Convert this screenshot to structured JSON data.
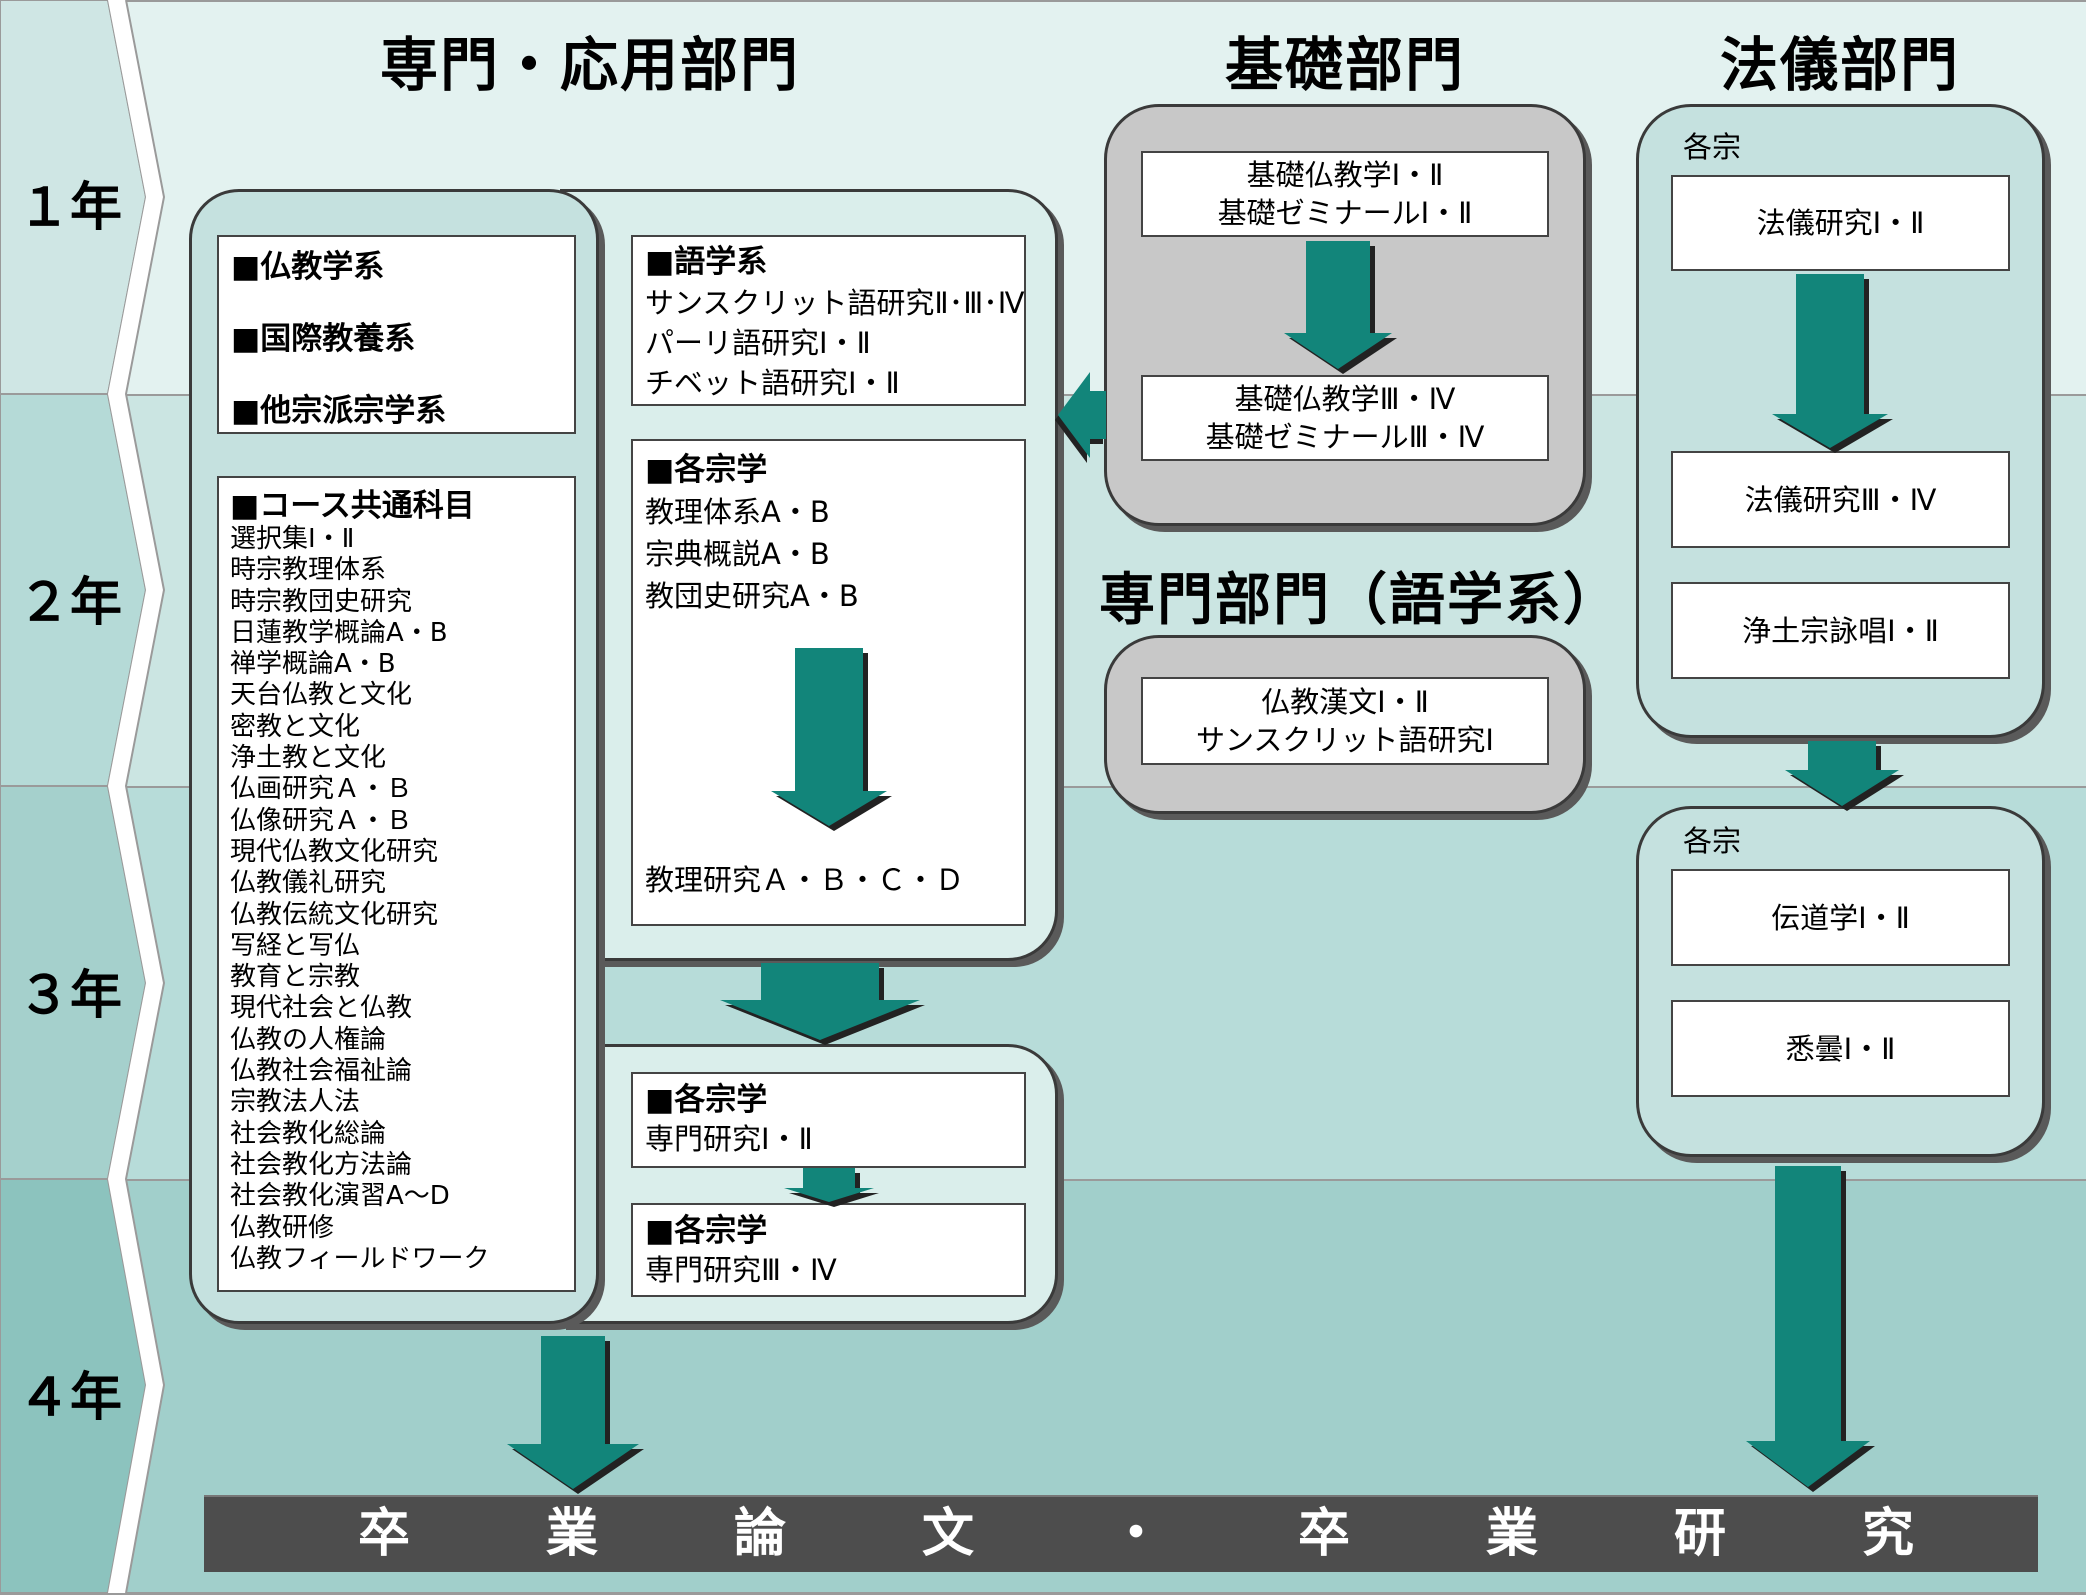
{
  "colors": {
    "band_year1": "#e3f2f0",
    "band_year2": "#cbe5e2",
    "band_year3": "#b7dcd9",
    "band_year4": "#a1cfcb",
    "year_col_1": "#cfe6e4",
    "year_col_2": "#b5dad7",
    "year_col_3": "#a5d0cc",
    "year_col_4": "#8cc3be",
    "arrow": "#12857a",
    "arrow_shadow": "#222222",
    "gray_panel": "#c8c8c8",
    "bottom_bar": "#4d4d4d"
  },
  "years": [
    "１年",
    "２年",
    "３年",
    "４年"
  ],
  "headers": {
    "applied": "専門・応用部門",
    "basic": "基礎部門",
    "ritual": "法儀部門",
    "language": "専門部門（語学系）"
  },
  "applied": {
    "tracks": [
      "■仏教学系",
      "■国際教養系",
      "■他宗派宗学系"
    ],
    "common": {
      "heading": "■コース共通科目",
      "items": [
        "選択集Ⅰ・Ⅱ",
        "時宗教理体系",
        "時宗教団史研究",
        "日蓮教学概論A・B",
        "禅学概論A・B",
        "天台仏教と文化",
        "密教と文化",
        "浄土教と文化",
        "仏画研究Ａ・Ｂ",
        "仏像研究Ａ・Ｂ",
        "現代仏教文化研究",
        "仏教儀礼研究",
        "仏教伝統文化研究",
        "写経と写仏",
        "教育と宗教",
        "現代社会と仏教",
        "仏教の人権論",
        "仏教社会福祉論",
        "宗教法人法",
        "社会教化総論",
        "社会教化方法論",
        "社会教化演習A～D",
        "仏教研修",
        "仏教フィールドワーク"
      ]
    },
    "language": {
      "heading": "■語学系",
      "items": [
        "サンスクリット語研究Ⅱ･Ⅲ･Ⅳ",
        "パーリ語研究Ⅰ・Ⅱ",
        "チベット語研究Ⅰ・Ⅱ"
      ]
    },
    "sect": {
      "heading": "■各宗学",
      "items": [
        "教理体系A・B",
        "宗典概説A・B",
        "教団史研究A・B"
      ],
      "advanced": "教理研究Ａ・Ｂ・Ｃ・Ｄ"
    },
    "seminar1": {
      "heading": "■各宗学",
      "item": "専門研究Ⅰ・Ⅱ"
    },
    "seminar2": {
      "heading": "■各宗学",
      "item": "専門研究Ⅲ・Ⅳ"
    }
  },
  "basic": {
    "step1": [
      "基礎仏教学Ⅰ・Ⅱ",
      "基礎ゼミナールⅠ・Ⅱ"
    ],
    "step2": [
      "基礎仏教学Ⅲ・Ⅳ",
      "基礎ゼミナールⅢ・Ⅳ"
    ]
  },
  "language_dept": {
    "items": [
      "仏教漢文Ⅰ・Ⅱ",
      "サンスクリット語研究Ⅰ"
    ]
  },
  "ritual": {
    "group1": {
      "label": "各宗",
      "items": [
        "法儀研究Ⅰ・Ⅱ",
        "法儀研究Ⅲ・Ⅳ",
        "浄土宗詠唱Ⅰ・Ⅱ"
      ]
    },
    "group2": {
      "label": "各宗",
      "items": [
        "伝道学Ⅰ・Ⅱ",
        "悉曇Ⅰ・Ⅱ"
      ]
    }
  },
  "graduation": [
    "卒",
    "業",
    "論",
    "文",
    "・",
    "卒",
    "業",
    "研",
    "究"
  ]
}
